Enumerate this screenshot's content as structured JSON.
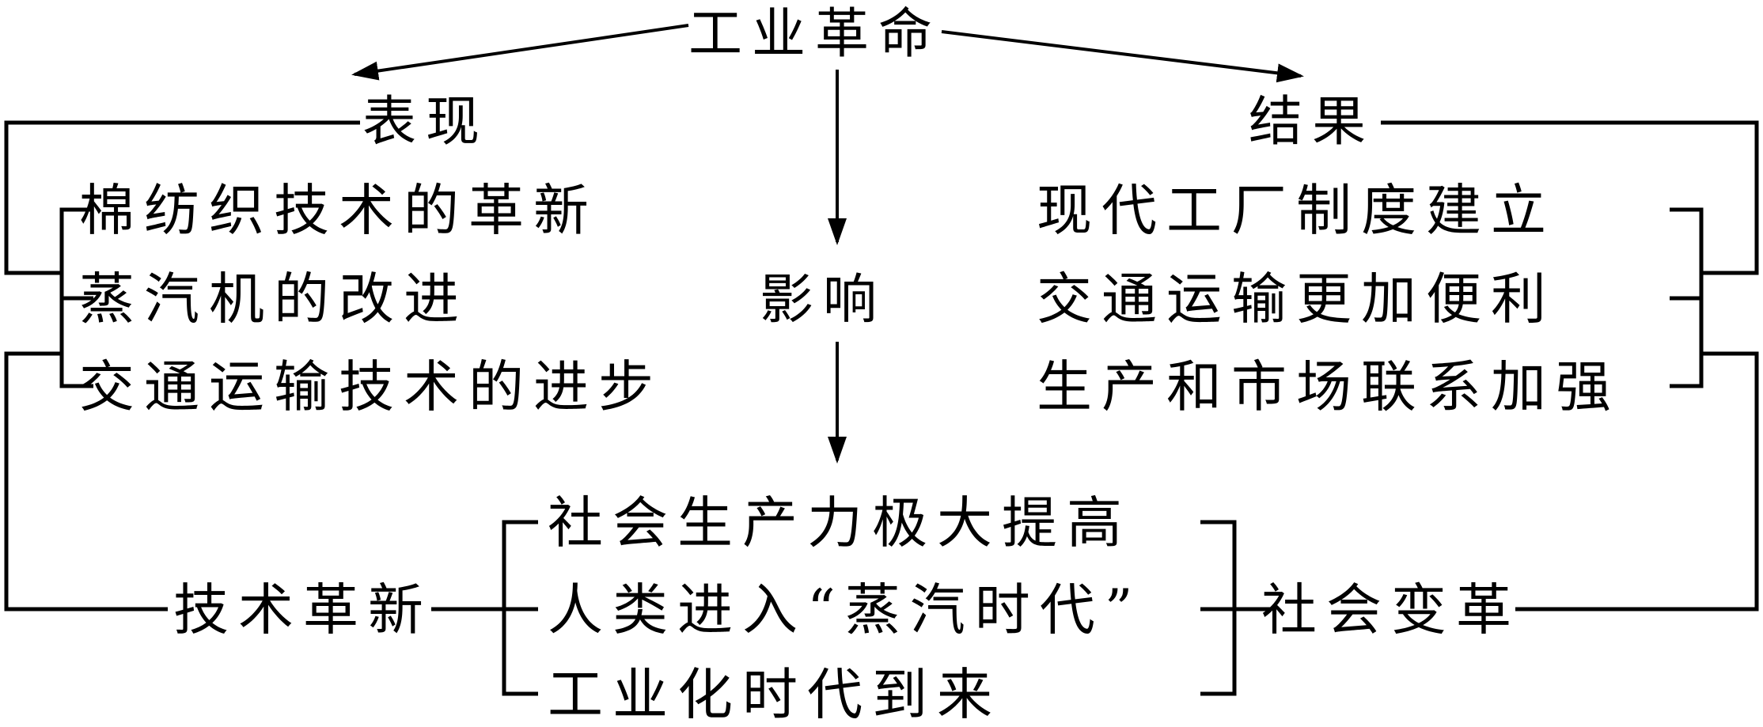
{
  "diagram": {
    "title": "工业革命",
    "left": {
      "label": "表现",
      "items": [
        "棉纺织技术的革新",
        "蒸汽机的改进",
        "交通运输技术的进步"
      ],
      "summary": "技术革新"
    },
    "center": {
      "label": "影响"
    },
    "right": {
      "label": "结果",
      "items": [
        "现代工厂制度建立",
        "交通运输更加便利",
        "生产和市场联系加强"
      ],
      "summary": "社会变革"
    },
    "bottom": {
      "items": [
        "社会生产力极大提高",
        "人类进入“蒸汽时代”",
        "工业化时代到来"
      ]
    },
    "colors": {
      "line": "#000000",
      "text": "#000000",
      "background": "#ffffff"
    }
  }
}
